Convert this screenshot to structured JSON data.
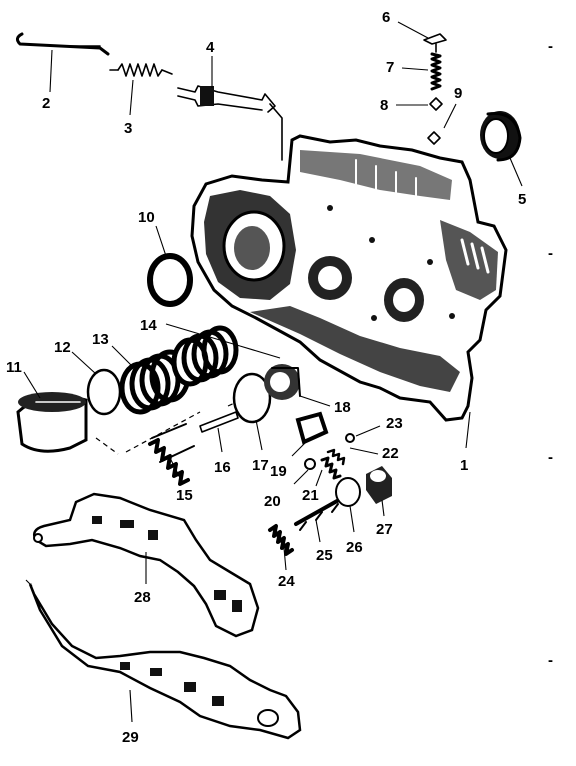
{
  "callouts": [
    "1",
    "2",
    "3",
    "4",
    "5",
    "6",
    "7",
    "8",
    "9",
    "10",
    "11",
    "12",
    "13",
    "14",
    "15",
    "16",
    "17",
    "18",
    "19",
    "20",
    "21",
    "22",
    "23",
    "24",
    "25",
    "26",
    "27",
    "28",
    "29"
  ],
  "colors": {
    "ink": "#000000",
    "paper": "#ffffff"
  },
  "margin_marks": [
    "-",
    "-",
    "-",
    "-"
  ]
}
